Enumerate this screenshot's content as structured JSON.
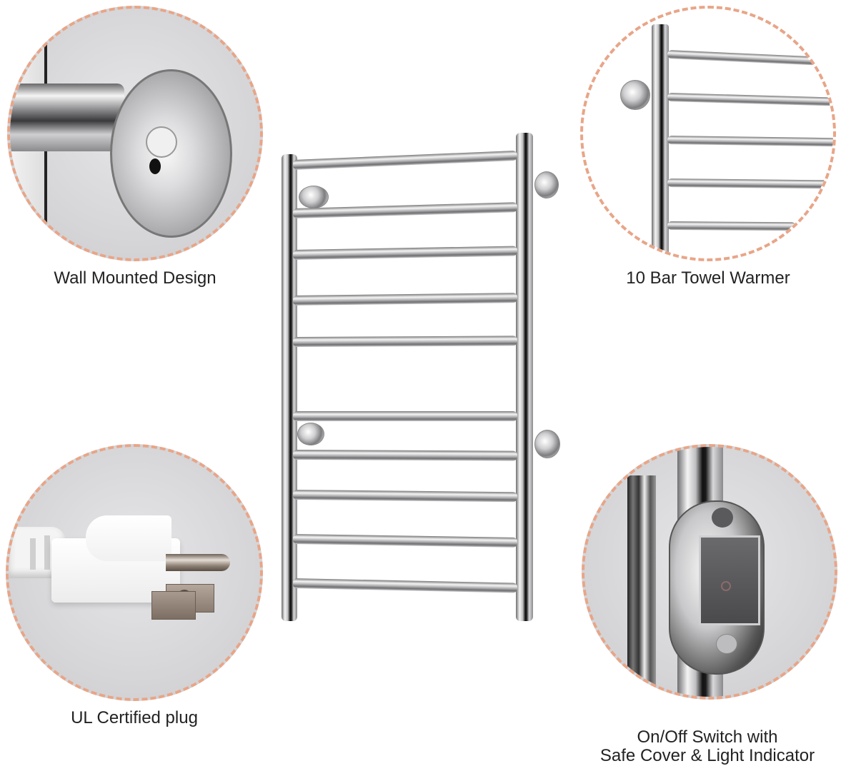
{
  "features": [
    {
      "id": "wall-mounted",
      "caption": "Wall Mounted Design"
    },
    {
      "id": "bar-count",
      "caption": "10 Bar Towel Warmer"
    },
    {
      "id": "plug",
      "caption": "UL Certified plug"
    },
    {
      "id": "switch",
      "caption_line1": "On/Off Switch with",
      "caption_line2": "Safe Cover & Light Indicator"
    }
  ],
  "product": {
    "name": "towel-warmer",
    "bar_count": 10
  },
  "colors": {
    "dashed_border": "#e8a588",
    "circle_bg": "#d4d4d6",
    "caption_text": "#222222"
  }
}
